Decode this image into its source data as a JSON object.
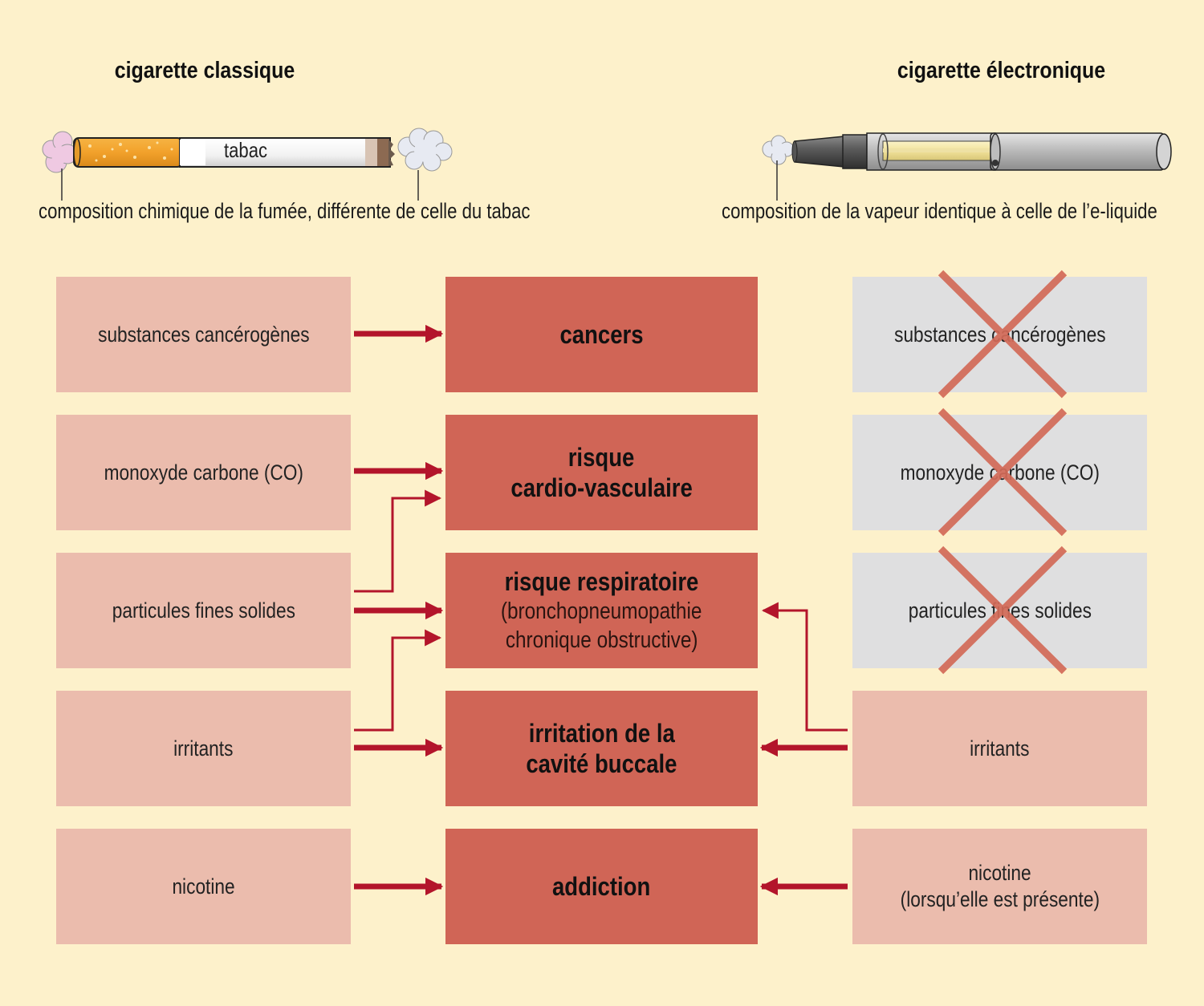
{
  "titles": {
    "left": "cigarette classique",
    "right": "cigarette électronique"
  },
  "device_labels": {
    "tabac": "tabac"
  },
  "captions": {
    "left": "composition chimique de la fumée, différente de celle du tabac",
    "right": "composition de la vapeur identique à celle de l’e-liquide"
  },
  "classic_causes": [
    "substances cancérogènes",
    "monoxyde carbone (CO)",
    "particules fines solides",
    "irritants",
    "nicotine"
  ],
  "effects": [
    {
      "main": "cancers"
    },
    {
      "main": "risque",
      "main2": "cardio-vasculaire"
    },
    {
      "main": "risque respiratoire",
      "sub1": "(bronchopneumopathie",
      "sub2": "chronique obstructive)"
    },
    {
      "main": "irritation de la",
      "main2": "cavité buccale"
    },
    {
      "main": "addiction"
    }
  ],
  "ecig_causes": [
    {
      "label": "substances cancérogènes",
      "crossed": true
    },
    {
      "label": "monoxyde carbone (CO)",
      "crossed": true
    },
    {
      "label": "particules fines solides",
      "crossed": true
    },
    {
      "label": "irritants",
      "crossed": false
    },
    {
      "label": "nicotine",
      "label2": "(lorsqu’elle est présente)",
      "crossed": false
    }
  ],
  "colors": {
    "background": "#fdf1cb",
    "cause_box": "#ebbcad",
    "crossed_box": "#dfdfe0",
    "effect_box": "#d06556",
    "arrow": "#b3152b",
    "cross": "#d36a58"
  }
}
